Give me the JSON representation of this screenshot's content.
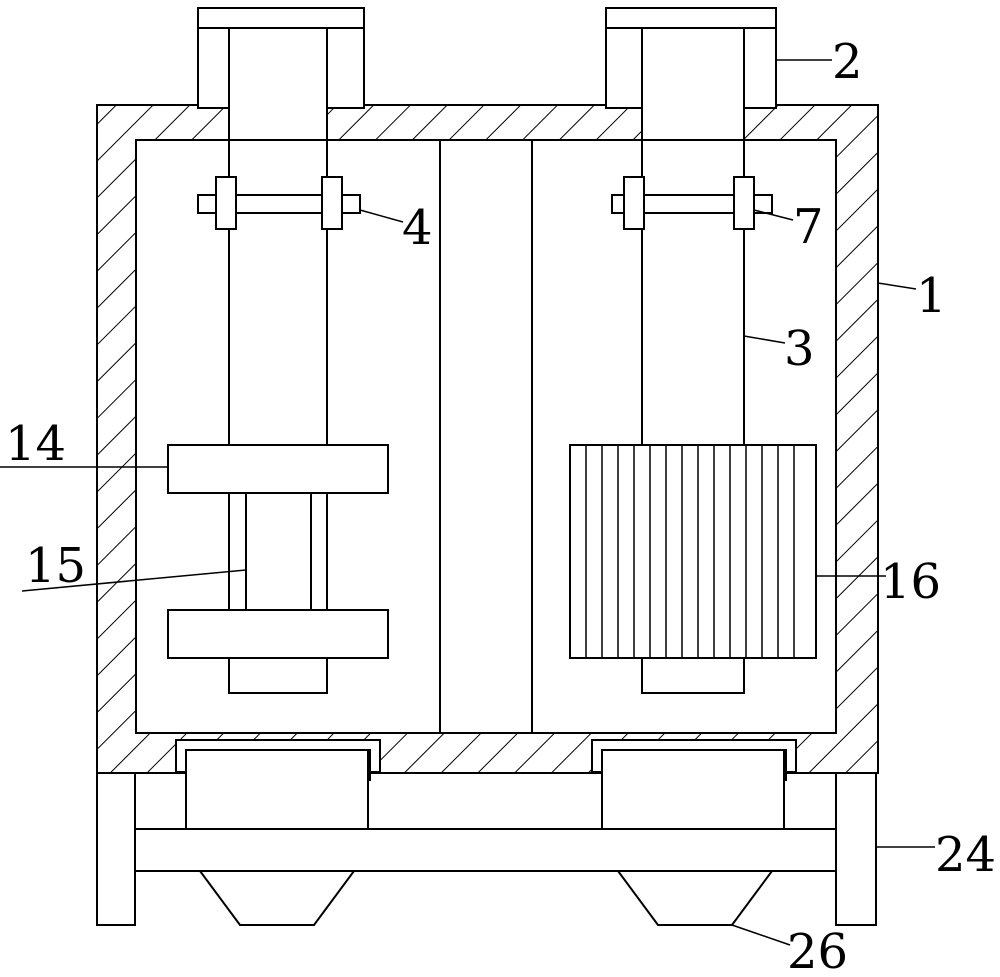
{
  "labels": {
    "l1": "1",
    "l2": "2",
    "l3": "3",
    "l4": "4",
    "l7": "7",
    "l14": "14",
    "l15": "15",
    "l16": "16",
    "l24": "24",
    "l26": "26"
  },
  "colors": {
    "line": "#000000",
    "background": "#ffffff"
  }
}
